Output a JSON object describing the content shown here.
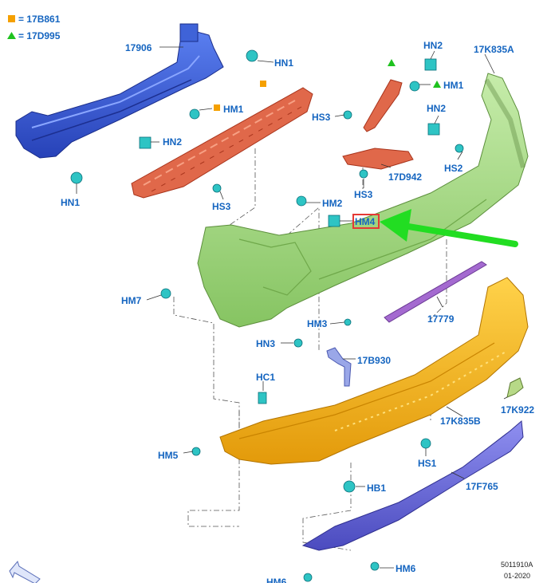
{
  "legend": {
    "square_label": "= 17B861",
    "triangle_label": "= 17D995",
    "square_color": "#f5a000",
    "triangle_color": "#1fc21f"
  },
  "parts": {
    "reinforcement": "17906",
    "absorber_upper": "17K835A",
    "absorber_lower": "17K835B",
    "bracket_17d942": "17D942",
    "strip_17779": "17779",
    "bracket_17b930": "17B930",
    "sensor_17k922": "17K922",
    "valance_17f765": "17F765"
  },
  "fasteners": {
    "hn1_top": "HN1",
    "hn1_bottom": "HN1",
    "hn2_top": "HN2",
    "hn2_mid": "HN2",
    "hn2_left": "HN2",
    "hm2": "HM2",
    "hm4": "HM4",
    "hm1_right": "HM1",
    "hm1_left": "HM1",
    "hs3_top": "HS3",
    "hs3_left": "HS3",
    "hs3_mid": "HS3",
    "hs2": "HS2",
    "hm7": "HM7",
    "hn3": "HN3",
    "hm3": "HM3",
    "hc1": "HC1",
    "hm5": "HM5",
    "hs1": "HS1",
    "hb1": "HB1",
    "hm6_right": "HM6",
    "hm6_bottom": "HM6"
  },
  "footer": {
    "figure_id": "5011910A",
    "date": "01-2020"
  },
  "highlight": {
    "target": "HM4",
    "box_color": "#e53935",
    "arrow_color": "#22dd22"
  },
  "colors": {
    "reinforcement": "#3a5fd6",
    "absorber_red": "#e0684a",
    "bumper_cover_upper": "#9ed67a",
    "bumper_cover_lower": "#f0b11a",
    "valance": "#6a6ad8",
    "strip": "#a46ad0",
    "clip": "#2ec4c4",
    "label": "#1565c0"
  }
}
